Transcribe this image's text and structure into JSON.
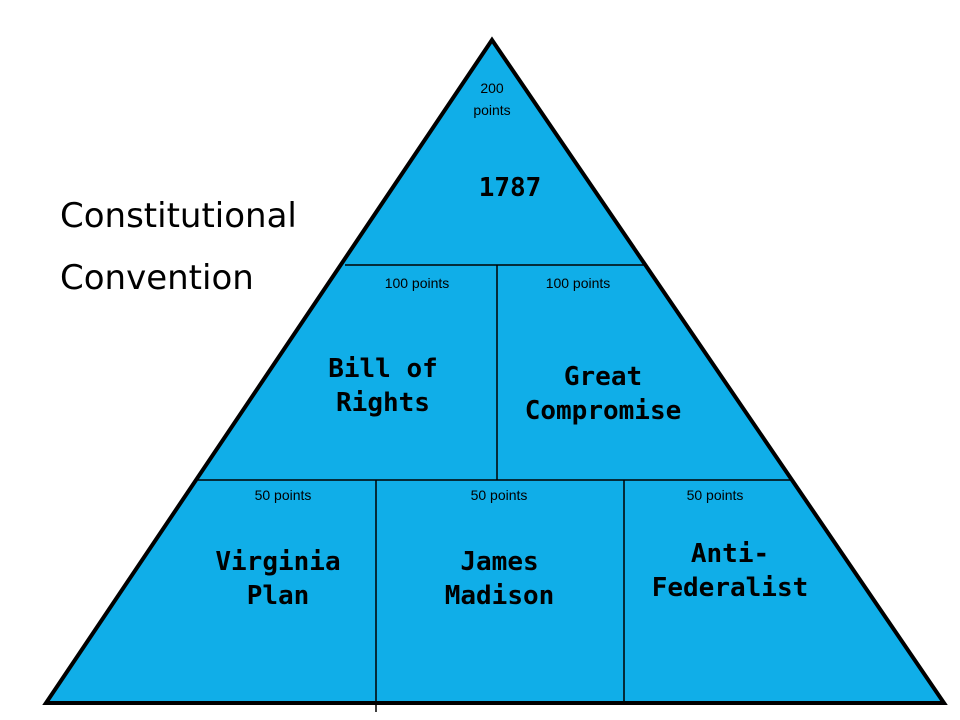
{
  "title": {
    "line1": "Constitutional",
    "line2": "Convention"
  },
  "colors": {
    "fill": "#10aee8",
    "border": "#000000"
  },
  "pyramid": {
    "top": {
      "points_line1": "200",
      "points_line2": "points",
      "label": "1787"
    },
    "middle": [
      {
        "points": "100 points",
        "label_line1": "Bill of",
        "label_line2": "Rights"
      },
      {
        "points": "100 points",
        "label_line1": "Great",
        "label_line2": "Compromise"
      }
    ],
    "bottom": [
      {
        "points": "50 points",
        "label_line1": "Virginia",
        "label_line2": "Plan"
      },
      {
        "points": "50 points",
        "label_line1": "James",
        "label_line2": "Madison"
      },
      {
        "points": "50 points",
        "label_line1": "Anti-",
        "label_line2": "Federalist"
      }
    ]
  }
}
